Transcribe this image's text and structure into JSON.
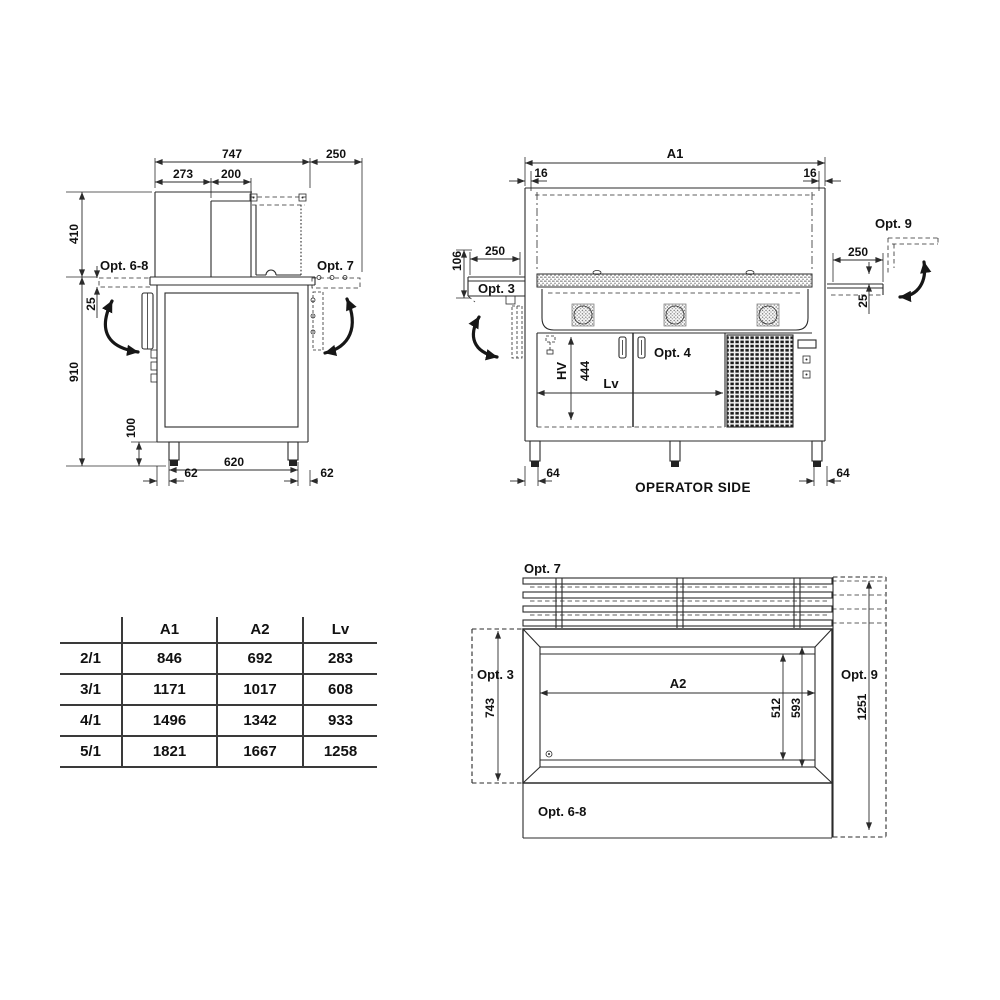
{
  "colors": {
    "line": "#2b2b2b",
    "text": "#111111",
    "background": "#ffffff",
    "feet": "#222222"
  },
  "side_view": {
    "opt_6_8": "Opt. 6-8",
    "opt_7": "Opt. 7",
    "dim_747": "747",
    "dim_250": "250",
    "dim_273": "273",
    "dim_200": "200",
    "dim_410": "410",
    "dim_25": "25",
    "dim_910": "910",
    "dim_100": "100",
    "dim_62_left": "62",
    "dim_620": "620",
    "dim_62_right": "62"
  },
  "front_view": {
    "dim_a1": "A1",
    "dim_16_left": "16",
    "dim_16_right": "16",
    "dim_106": "106",
    "dim_250_left": "250",
    "opt_3": "Opt. 3",
    "opt_9": "Opt. 9",
    "dim_250_right": "250",
    "dim_25": "25",
    "opt_4": "Opt. 4",
    "dim_hv": "HV",
    "dim_444": "444",
    "dim_lv": "Lv",
    "dim_64_left": "64",
    "dim_64_right": "64",
    "caption": "OPERATOR SIDE"
  },
  "top_view": {
    "opt_7": "Opt. 7",
    "opt_3": "Opt. 3",
    "opt_9": "Opt. 9",
    "opt_6_8": "Opt. 6-8",
    "dim_a2": "A2",
    "dim_743": "743",
    "dim_512": "512",
    "dim_593": "593",
    "dim_1251": "1251"
  },
  "size_table": {
    "headers": [
      "",
      "A1",
      "A2",
      "Lv"
    ],
    "rows": [
      [
        "2/1",
        "846",
        "692",
        "283"
      ],
      [
        "3/1",
        "1171",
        "1017",
        "608"
      ],
      [
        "4/1",
        "1496",
        "1342",
        "933"
      ],
      [
        "5/1",
        "1821",
        "1667",
        "1258"
      ]
    ]
  }
}
